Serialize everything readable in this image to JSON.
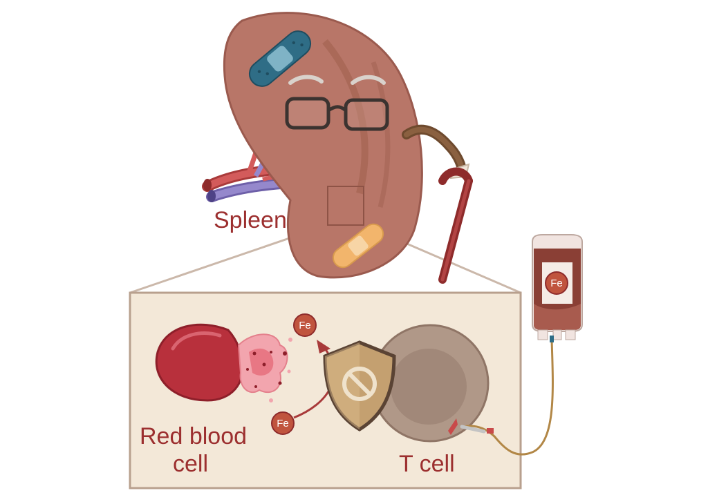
{
  "labels": {
    "spleen": "Spleen",
    "rbc_line1": "Red blood",
    "rbc_line2": "cell",
    "tcell": "T cell"
  },
  "iron": {
    "symbol": "Fe"
  },
  "icons": {
    "kidney_organ": "spleen-organ-icon",
    "bandage": "bandage-icon",
    "glasses": "glasses-icon",
    "cane": "walking-cane-icon",
    "vessels": "blood-vessels-icon",
    "blood_bag": "blood-bag-icon",
    "shield": "shield-prohibited-icon",
    "catheter": "iv-catheter-icon"
  },
  "colors": {
    "label_text": "#9c2f2f",
    "spleen_fill": "#b87668",
    "inset_panel": "#f3e8d8",
    "red_cell": "#b8303c",
    "t_cell": "#b09888",
    "iron_circle": "#c0543e",
    "shield": "#c4a070",
    "cane": "#9c3434"
  }
}
